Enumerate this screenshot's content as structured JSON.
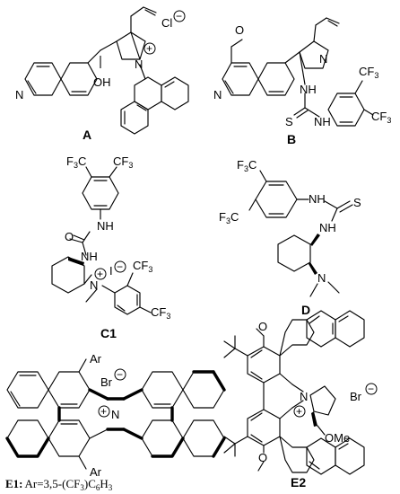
{
  "labels": {
    "A": "A",
    "B": "B",
    "C1": "C1",
    "D": "D",
    "E1": "E1:",
    "E1_caption_prefix": "Ar=3,5-(CF",
    "E1_caption_sub3": "3",
    "E1_caption_mid": ")C",
    "E1_caption_sub6": "6",
    "E1_caption_H": "H",
    "E1_caption_sub3b": "3",
    "E2": "E2"
  },
  "atoms": {
    "N": "N",
    "O": "O",
    "OH": "OH",
    "NH": "NH",
    "S": "S",
    "Cl": "Cl",
    "Br": "Br",
    "I": "I",
    "Ar": "Ar",
    "CF3_base": "CF",
    "CF3_sub": "3",
    "F3C_F": "F",
    "F3C_sub": "3",
    "F3C_C": "C",
    "OMe": "OMe",
    "minus": "−",
    "plus": "+"
  }
}
